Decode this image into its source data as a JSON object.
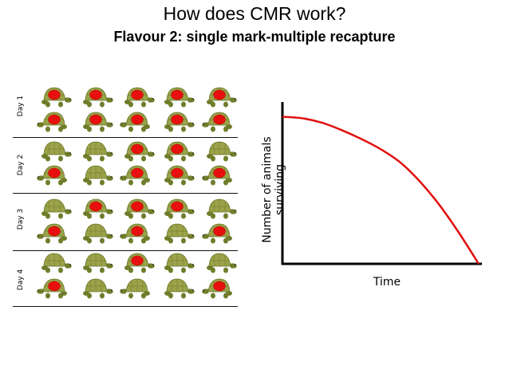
{
  "slide": {
    "title": "How does CMR work?",
    "subtitle": "Flavour 2: single mark-multiple recapture"
  },
  "days": [
    {
      "label": "Day 1",
      "rows": [
        [
          1,
          1,
          1,
          1,
          1
        ],
        [
          1,
          1,
          1,
          1,
          1
        ]
      ]
    },
    {
      "label": "Day 2",
      "rows": [
        [
          0,
          0,
          1,
          1,
          0
        ],
        [
          1,
          0,
          1,
          1,
          1
        ]
      ]
    },
    {
      "label": "Day 3",
      "rows": [
        [
          0,
          1,
          1,
          1,
          0
        ],
        [
          1,
          0,
          1,
          0,
          1
        ]
      ]
    },
    {
      "label": "Day 4",
      "rows": [
        [
          0,
          0,
          1,
          0,
          0
        ],
        [
          1,
          0,
          0,
          0,
          1
        ]
      ]
    }
  ],
  "colors": {
    "turtle_shell": "#9aa24a",
    "turtle_body": "#6f7d2a",
    "mark": "#e8100e",
    "curve": "#e01010",
    "axis": "#000000"
  },
  "chart_data": {
    "type": "line",
    "xlabel": "Time",
    "ylabel": "Number of animals surviving",
    "title": "",
    "x": [
      0,
      0.1,
      0.2,
      0.3,
      0.4,
      0.5,
      0.6,
      0.7,
      0.8,
      0.9,
      1.0
    ],
    "y": [
      1.0,
      0.99,
      0.96,
      0.91,
      0.85,
      0.78,
      0.69,
      0.56,
      0.4,
      0.21,
      0.0
    ],
    "xlim": [
      0,
      1
    ],
    "ylim": [
      0,
      1.1
    ],
    "grid": false
  }
}
